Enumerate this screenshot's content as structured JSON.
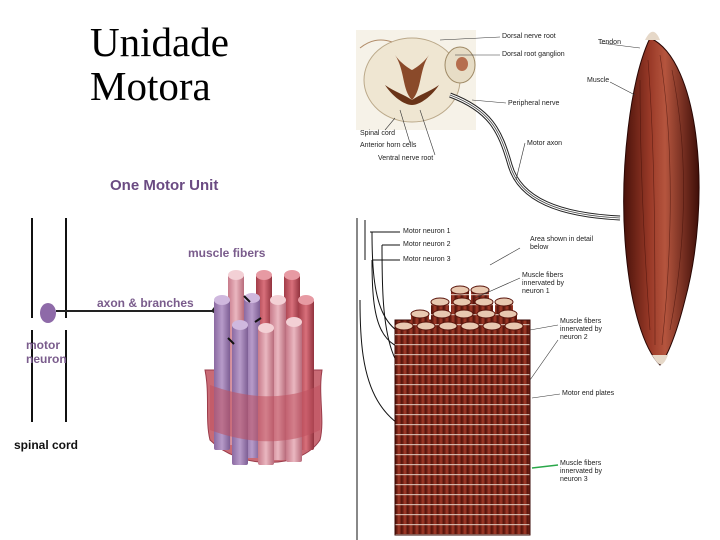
{
  "title": {
    "line1": "Unidade",
    "line2": "Motora"
  },
  "left_panel": {
    "heading": "One Motor Unit",
    "muscle_fibers": "muscle fibers",
    "axon_branches": "axon & branches",
    "motor": "motor",
    "neuron": "neuron",
    "spinal_cord": "spinal cord"
  },
  "right_panel": {
    "top_labels": {
      "dorsal_root": "Dorsal nerve root",
      "dorsal_ganglion": "Dorsal root ganglion",
      "tendon": "Tendon",
      "muscle": "Muscle",
      "peripheral_nerve": "Peripheral nerve",
      "spinal_cord": "Spinal cord",
      "anterior_horn": "Anterior horn cells",
      "ventral_root": "Ventral nerve root",
      "motor_axon": "Motor axon"
    },
    "bottom_labels": {
      "motor_neuron_1": "Motor neuron 1",
      "motor_neuron_2": "Motor neuron 2",
      "motor_neuron_3": "Motor neuron 3",
      "area_shown": "Area shown in detail below",
      "fibers_1": "Muscle fibers innervated by neuron 1",
      "fibers_2": "Muscle fibers innervated by neuron 2",
      "motor_end_plates": "Motor end plates",
      "fibers_3": "Muscle fibers innervated by neuron 3"
    }
  },
  "colors": {
    "heading_purple": "#6a4a82",
    "fiber_purple": "#9b7bb0",
    "fiber_pink": "#d98a9a",
    "fiber_red": "#b24a55",
    "muscle_brown": "#7a2518",
    "label_green": "#2aa84a"
  }
}
